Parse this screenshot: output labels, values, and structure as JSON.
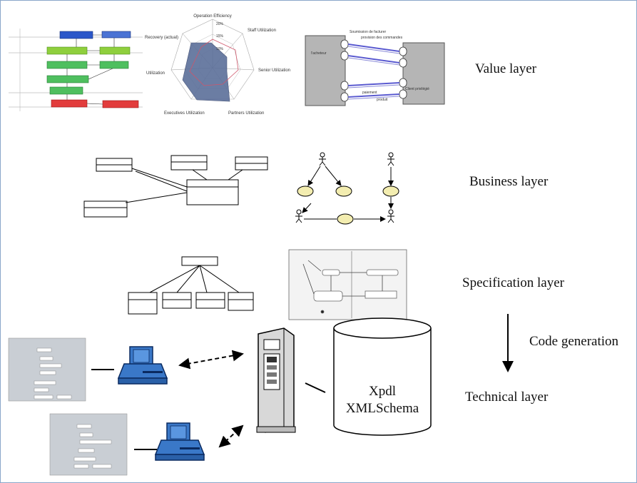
{
  "layers": {
    "value": "Value layer",
    "business": "Business layer",
    "specification": "Specification layer",
    "code_generation": "Code generation",
    "technical": "Technical  layer"
  },
  "radar": {
    "axes": [
      "Operation Efficiency",
      "Staff Utilization",
      "Senior Utilization",
      "Partners Utilization",
      "Executives Utilization",
      "Utilization",
      "Recovery (actual)"
    ],
    "ticks": [
      "20%",
      "15%",
      "10%"
    ]
  },
  "actor_diagram": {
    "left_actor": "l'acheteur",
    "right_actor": "Client privilégié",
    "links": [
      "Soumission de facturer",
      "provision des commandes",
      "paiement",
      "produit"
    ]
  },
  "database": {
    "line1": "Xpdl",
    "line2": "XMLSchema"
  },
  "colors": {
    "frame": "#8aa6c9",
    "computer_blue": "#3a78c8",
    "usecase_fill": "#f3edb0",
    "link_blue": "#5a5ad0"
  }
}
